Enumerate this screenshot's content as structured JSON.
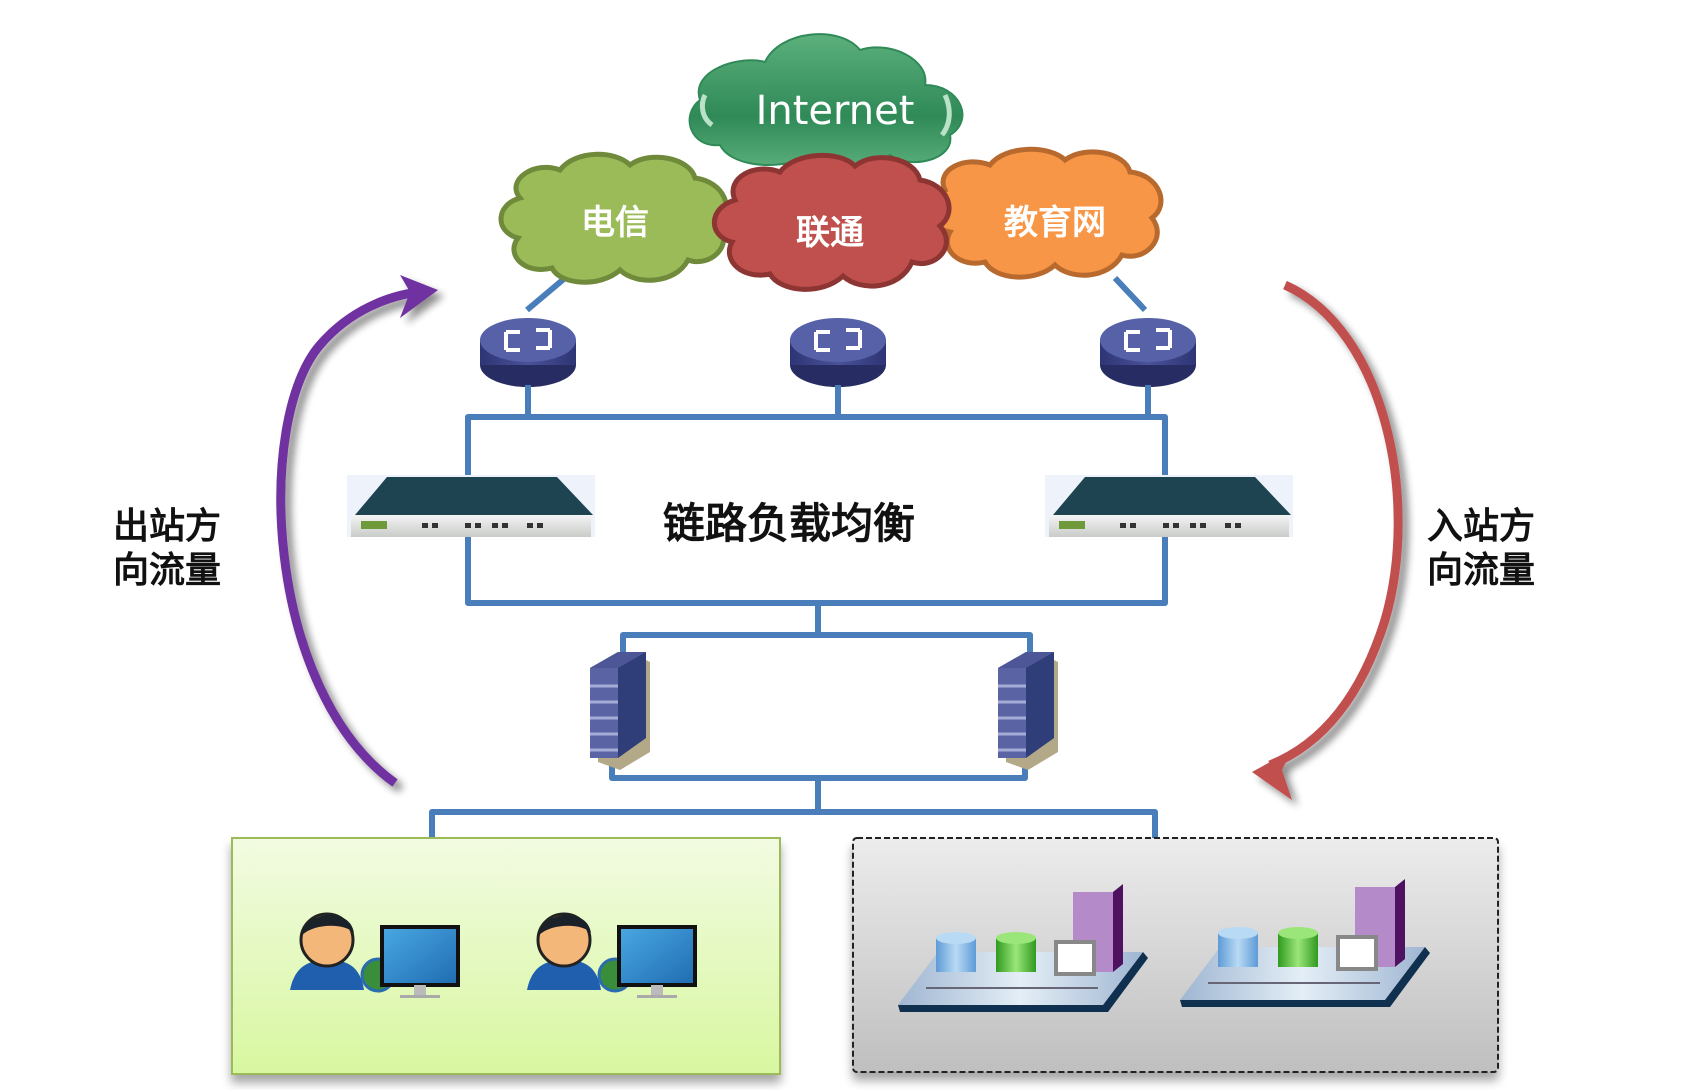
{
  "diagram": {
    "title": "链路负载均衡",
    "clouds": [
      {
        "id": "internet",
        "label": "Internet",
        "color": "#3e9e68",
        "stroke": "#2a7a4e"
      },
      {
        "id": "telecom",
        "label": "电信",
        "color": "#9bbb59",
        "stroke": "#6f8a3a"
      },
      {
        "id": "unicom",
        "label": "联通",
        "color": "#c0504d",
        "stroke": "#8c3533"
      },
      {
        "id": "edu",
        "label": "教育网",
        "color": "#f79646",
        "stroke": "#b86a2e"
      }
    ],
    "routers": [
      {
        "label": "router-telecom"
      },
      {
        "label": "router-unicom"
      },
      {
        "label": "router-edu"
      }
    ],
    "load_balancers": [
      {
        "label": "load-balancer-left"
      },
      {
        "label": "load-balancer-right"
      }
    ],
    "firewalls": [
      {
        "label": "firewall-left"
      },
      {
        "label": "firewall-right"
      }
    ],
    "outbound": {
      "label_line1": "出站方",
      "label_line2": "向流量",
      "color": "#7030a0"
    },
    "inbound": {
      "label_line1": "入站方",
      "label_line2": "向流量",
      "color": "#c0504d"
    },
    "zones": {
      "users": {
        "count": 2,
        "fill_top": "#f2fbe2",
        "fill_bottom": "#d8f7a0",
        "border": "#9bbb59"
      },
      "servers": {
        "count": 2,
        "fill_top": "#ececec",
        "fill_bottom": "#bfbfbf",
        "border": "#222222"
      }
    },
    "link_color": "#4a7ebb"
  }
}
